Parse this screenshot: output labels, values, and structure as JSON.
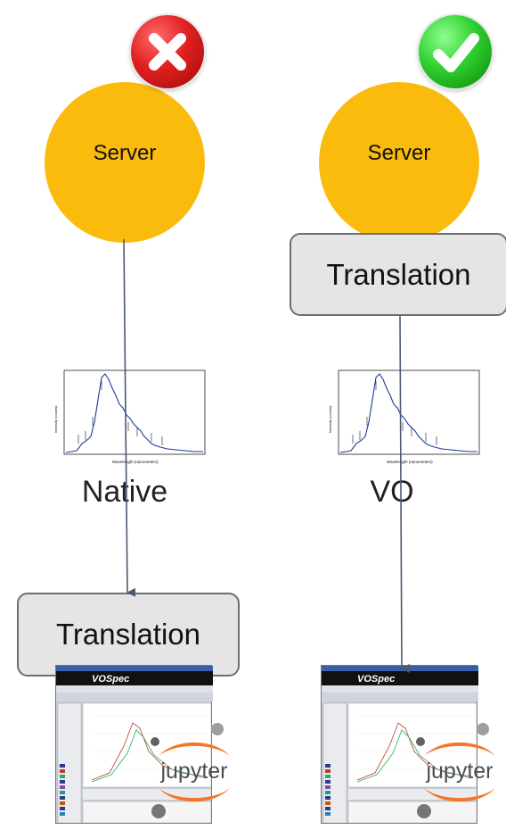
{
  "left_panel": {
    "server_label": "Server",
    "status_icon": "x-mark-icon",
    "status_color": "#e0201f",
    "spectrum_caption": "Native",
    "translation_label": "Translation",
    "client_title": "VOSpec",
    "notebook_logo_text": "jupyter"
  },
  "right_panel": {
    "server_label": "Server",
    "status_icon": "check-mark-icon",
    "status_color": "#2fcf2f",
    "translation_label": "Translation",
    "spectrum_caption": "VO",
    "client_title": "VOSpec",
    "notebook_logo_text": "jupyter"
  },
  "spectrum": {
    "ylabel": "Intensity (counts)",
    "xlabel": "Wavelength (nanometers)"
  },
  "colors": {
    "server": "#fbbb0c",
    "translation_fill": "#e5e5e5",
    "arrow": "#4a5a70",
    "spectrum_line": "#1f3a9e",
    "jupyter_orange": "#f37726"
  }
}
